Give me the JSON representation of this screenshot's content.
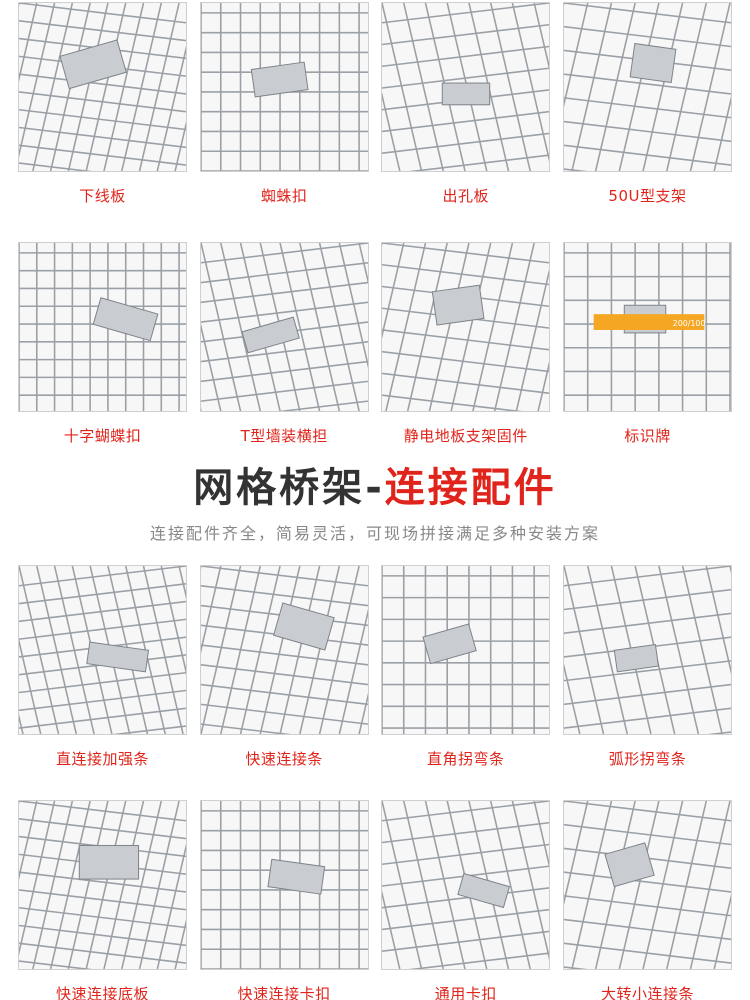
{
  "colors": {
    "accent": "#e0241b",
    "title": "#333333",
    "subtitle": "#888888",
    "wire": "#9aa0a6",
    "metal": "#c9ccd1"
  },
  "section": {
    "title_main": "网格桥架",
    "title_dash": "-",
    "title_accent": "连接配件",
    "subtitle": "连接配件齐全，简易灵活，可现场拼接满足多种安装方案"
  },
  "products_top": [
    {
      "label": "下线板",
      "icon": "drop-out-plate-photo"
    },
    {
      "label": "蜘蛛扣",
      "icon": "spider-clip-photo"
    },
    {
      "label": "出孔板",
      "icon": "outlet-plate-photo"
    },
    {
      "label": "50U型支架",
      "icon": "u-bracket-photo"
    },
    {
      "label": "十字蝴蝶扣",
      "icon": "cross-butterfly-clip-photo"
    },
    {
      "label": "T型墙装横担",
      "icon": "t-wall-bracket-photo"
    },
    {
      "label": "静电地板支架固件",
      "icon": "raised-floor-support-photo"
    },
    {
      "label": "标识牌",
      "icon": "label-plate-photo"
    }
  ],
  "products_bottom": [
    {
      "label": "直连接加强条",
      "icon": "straight-reinforce-bar-photo"
    },
    {
      "label": "快速连接条",
      "icon": "quick-connect-bar-photo"
    },
    {
      "label": "直角拐弯条",
      "icon": "right-angle-bend-bar-photo"
    },
    {
      "label": "弧形拐弯条",
      "icon": "arc-bend-bar-photo"
    },
    {
      "label": "快速连接底板",
      "icon": "quick-connect-base-photo"
    },
    {
      "label": "快速连接卡扣",
      "icon": "quick-connect-clip-photo"
    },
    {
      "label": "通用卡扣",
      "icon": "universal-clip-photo"
    },
    {
      "label": "大转小连接条",
      "icon": "reducer-connect-bar-photo"
    }
  ],
  "badge_text": "200/100"
}
